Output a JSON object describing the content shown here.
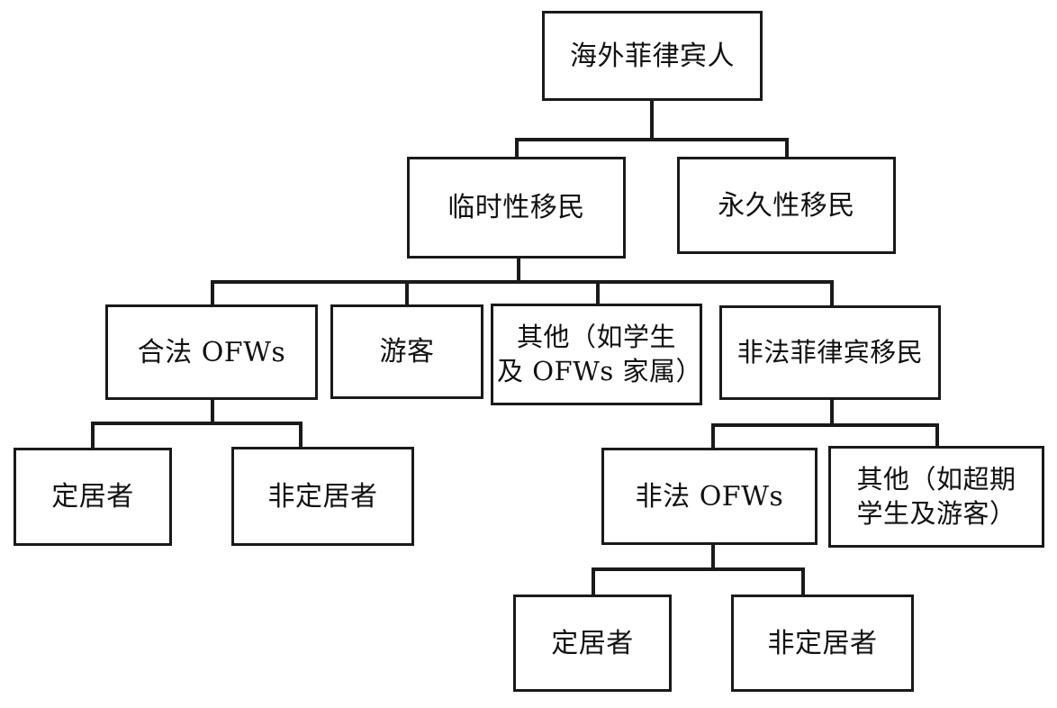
{
  "diagram": {
    "title_text": "海外菲律宾人",
    "type": "hierarchy-tree",
    "orientation": "top-down",
    "background_color": "#ffffff",
    "line_color": "#1a1a1a",
    "text_color": "#111111",
    "levels": 5,
    "nodes": [
      {
        "id": "root",
        "label": "海外菲律宾人",
        "level": 1,
        "parent": null
      },
      {
        "id": "temporary",
        "label": "临时性移民",
        "level": 2,
        "parent": "root"
      },
      {
        "id": "permanent",
        "label": "永久性移民",
        "level": 2,
        "parent": "root"
      },
      {
        "id": "legal-ofws",
        "label": "合法 OFWs",
        "level": 3,
        "parent": "temporary"
      },
      {
        "id": "tourists",
        "label": "游客",
        "level": 3,
        "parent": "temporary"
      },
      {
        "id": "others-students",
        "label": "其他（如学生\n及 OFWs 家属）",
        "level": 3,
        "parent": "temporary"
      },
      {
        "id": "illegal-filipino-migrants",
        "label": "非法菲律宾移民",
        "level": 3,
        "parent": "temporary"
      },
      {
        "id": "legal-settlers",
        "label": "定居者",
        "level": 4,
        "parent": "legal-ofws"
      },
      {
        "id": "legal-non-settlers",
        "label": "非定居者",
        "level": 4,
        "parent": "legal-ofws"
      },
      {
        "id": "illegal-ofws",
        "label": "非法 OFWs",
        "level": 4,
        "parent": "illegal-filipino-migrants"
      },
      {
        "id": "others-overstay",
        "label": "其他（如超期\n学生及游客）",
        "level": 4,
        "parent": "illegal-filipino-migrants"
      },
      {
        "id": "illegal-settlers",
        "label": "定居者",
        "level": 5,
        "parent": "illegal-ofws"
      },
      {
        "id": "illegal-non-settlers",
        "label": "非定居者",
        "level": 5,
        "parent": "illegal-ofws"
      }
    ]
  }
}
